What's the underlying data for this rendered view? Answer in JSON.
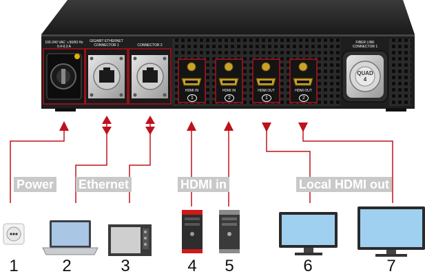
{
  "panel": {
    "power_spec": "100-240 VAC ∿50/60 Hz 0.4-0.2 A",
    "gbe_label_line1": "GIGABIT ETHERNET",
    "gbe_label_line2": "CONNECTOR 1",
    "conn2_label": "CONNECTOR 2",
    "hdmi_ports": [
      {
        "label": "HDMI IN",
        "index": "1"
      },
      {
        "label": "HDMI IN",
        "index": "2"
      },
      {
        "label": "HDMI OUT",
        "index": "1"
      },
      {
        "label": "HDMI OUT",
        "index": "2"
      }
    ],
    "fiber_label_line1": "FIBER LINK",
    "fiber_label_line2": "CONNECTOR 1",
    "quad_text": "QUAD",
    "quad_number": "4"
  },
  "groups": {
    "power": "Power",
    "ethernet": "Ethernet",
    "hdmi_in": "HDMI in",
    "local_hdmi_out": "Local HDMI out"
  },
  "devices": [
    {
      "number": "1",
      "icon": "power-outlet-icon"
    },
    {
      "number": "2",
      "icon": "laptop-icon"
    },
    {
      "number": "3",
      "icon": "touch-panel-icon"
    },
    {
      "number": "4",
      "icon": "pc-tower-red-icon"
    },
    {
      "number": "5",
      "icon": "pc-tower-gray-icon"
    },
    {
      "number": "6",
      "icon": "monitor-icon"
    },
    {
      "number": "7",
      "icon": "monitor-large-icon"
    }
  ],
  "colors": {
    "accent": "#b0101c",
    "chassis": "#1c1c1c",
    "label_bg": "#c9c9c9",
    "line": "#c0101c"
  }
}
